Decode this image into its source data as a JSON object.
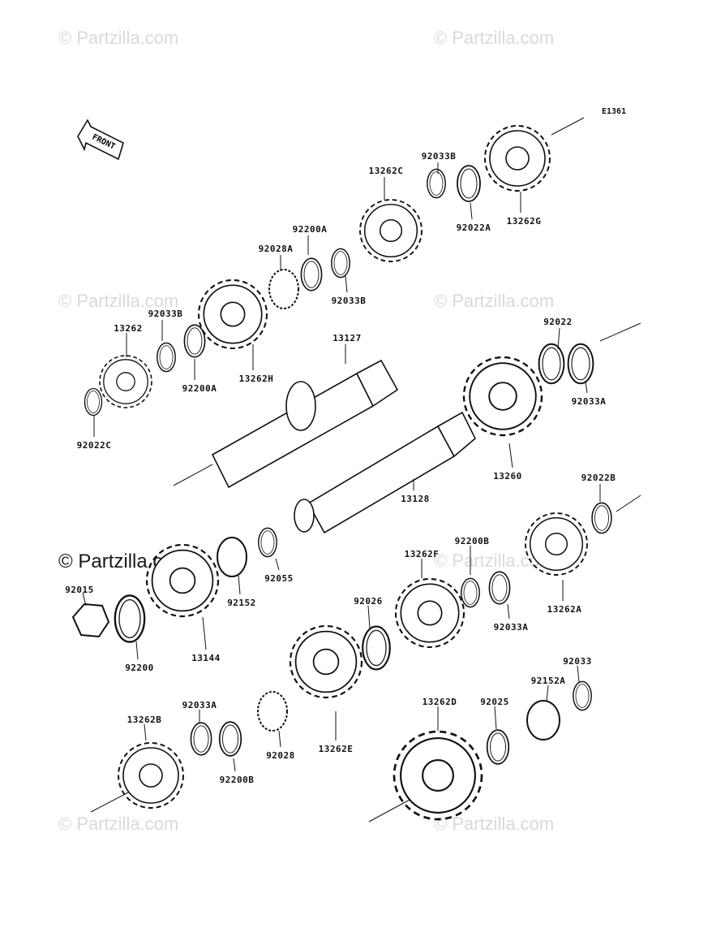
{
  "diagram_code": "E1361",
  "front_label": "FRONT",
  "watermarks": [
    "© Partzilla.com",
    "© Partzilla.com",
    "© Partzilla.com",
    "© Partzilla.com",
    "© Partzilla.com",
    "© Partzilla.com",
    "© Partzilla.com",
    "© Partzilla.com"
  ],
  "parts": [
    {
      "id": "13262G",
      "label": "13262G"
    },
    {
      "id": "92022A",
      "label": "92022A"
    },
    {
      "id": "92033B_top",
      "label": "92033B"
    },
    {
      "id": "13262C",
      "label": "13262C"
    },
    {
      "id": "92200A_top",
      "label": "92200A"
    },
    {
      "id": "92028A",
      "label": "92028A"
    },
    {
      "id": "92033B_mid",
      "label": "92033B"
    },
    {
      "id": "13262H",
      "label": "13262H"
    },
    {
      "id": "92033B_left",
      "label": "92033B"
    },
    {
      "id": "13262",
      "label": "13262"
    },
    {
      "id": "92200A_left",
      "label": "92200A"
    },
    {
      "id": "92022C",
      "label": "92022C"
    },
    {
      "id": "13127",
      "label": "13127"
    },
    {
      "id": "92022",
      "label": "92022"
    },
    {
      "id": "92033A_right",
      "label": "92033A"
    },
    {
      "id": "13260",
      "label": "13260"
    },
    {
      "id": "13128",
      "label": "13128"
    },
    {
      "id": "92022B",
      "label": "92022B"
    },
    {
      "id": "13262A",
      "label": "13262A"
    },
    {
      "id": "92200B_mid",
      "label": "92200B"
    },
    {
      "id": "13262F",
      "label": "13262F"
    },
    {
      "id": "92033A_mid",
      "label": "92033A"
    },
    {
      "id": "92055",
      "label": "92055"
    },
    {
      "id": "92152",
      "label": "92152"
    },
    {
      "id": "92015",
      "label": "92015"
    },
    {
      "id": "92200",
      "label": "92200"
    },
    {
      "id": "13144",
      "label": "13144"
    },
    {
      "id": "92026",
      "label": "92026"
    },
    {
      "id": "13262E",
      "label": "13262E"
    },
    {
      "id": "92028",
      "label": "92028"
    },
    {
      "id": "92200B_low",
      "label": "92200B"
    },
    {
      "id": "92033A_low",
      "label": "92033A"
    },
    {
      "id": "13262B",
      "label": "13262B"
    },
    {
      "id": "13262D",
      "label": "13262D"
    },
    {
      "id": "92025",
      "label": "92025"
    },
    {
      "id": "92152A",
      "label": "92152A"
    },
    {
      "id": "92033",
      "label": "92033"
    }
  ]
}
